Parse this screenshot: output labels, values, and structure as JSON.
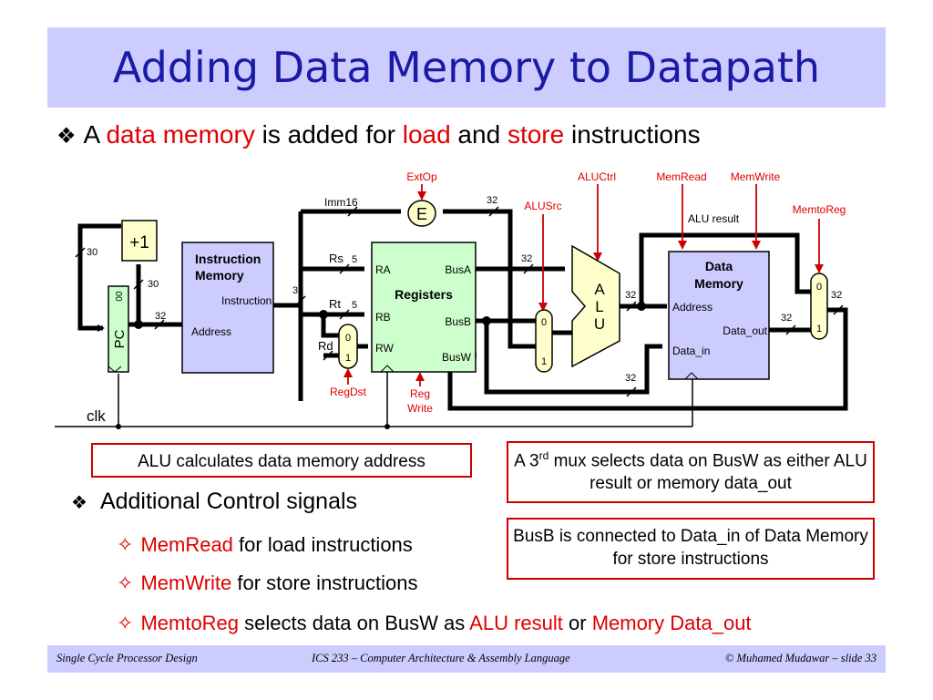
{
  "slide": {
    "title": "Adding Data Memory to Datapath",
    "bullet": {
      "pre": "A ",
      "hl1": "data memory",
      "mid1": " is added for ",
      "hl2": "load",
      "mid2": " and ",
      "hl3": "store",
      "post": " instructions"
    }
  },
  "diagram": {
    "control": {
      "extop": "ExtOp",
      "aluctrl": "ALUCtrl",
      "memread": "MemRead",
      "memwrite": "MemWrite",
      "alusrc": "ALUSrc",
      "memtoreg": "MemtoReg",
      "regdst": "RegDst",
      "regwrite1": "Reg",
      "regwrite2": "Write"
    },
    "blocks": {
      "adder": "+1",
      "pc": "PC",
      "pc_low": "00",
      "extender": "E",
      "imem1": "Instruction",
      "imem2": "Memory",
      "imem_instr": "Instruction",
      "imem_addr": "Address",
      "regs": "Registers",
      "ra": "RA",
      "rb": "RB",
      "rw": "RW",
      "busa": "BusA",
      "busb": "BusB",
      "busw": "BusW",
      "alu_a": "A",
      "alu_l": "L",
      "alu_u": "U",
      "dmem1": "Data",
      "dmem2": "Memory",
      "dmem_addr": "Address",
      "dmem_out": "Data_out",
      "dmem_in": "Data_in"
    },
    "signals": {
      "imm16": "Imm16",
      "rs": "Rs",
      "rt": "Rt",
      "rd": "Rd",
      "alu_result": "ALU result",
      "clk": "clk"
    },
    "widths": {
      "w30": "30",
      "w32": "32",
      "w5": "5"
    },
    "mux": {
      "zero": "0",
      "one": "1"
    }
  },
  "callouts": {
    "alu_addr": "ALU calculates data memory address",
    "mux3_pre": "A 3",
    "mux3_sup": "rd",
    "mux3_post": " mux selects data on BusW as either ALU result or memory data_out",
    "busb": "BusB is connected to Data_in of Data Memory for store instructions"
  },
  "bullets": {
    "additional": "Additional Control signals",
    "memread_hl": "MemRead",
    "memread_text": " for load instructions",
    "memwrite_hl": "MemWrite",
    "memwrite_text": " for store instructions",
    "memtoreg_hl": "MemtoReg",
    "memtoreg_text1": " selects data on BusW as ",
    "memtoreg_hl2": "ALU result",
    "memtoreg_text2": " or ",
    "memtoreg_hl3": "Memory Data_out"
  },
  "footer": {
    "left": "Single Cycle Processor Design",
    "center": "ICS 233 – Computer Architecture & Assembly Language",
    "right": "© Muhamed Mudawar – slide 33"
  },
  "colors": {
    "title_bg": "#ccccff",
    "title_text": "#1a1aa6",
    "highlight": "#e00000",
    "alu_fill": "#ffffcc",
    "mem_fill": "#ccccff",
    "reg_fill": "#ccffcc"
  }
}
